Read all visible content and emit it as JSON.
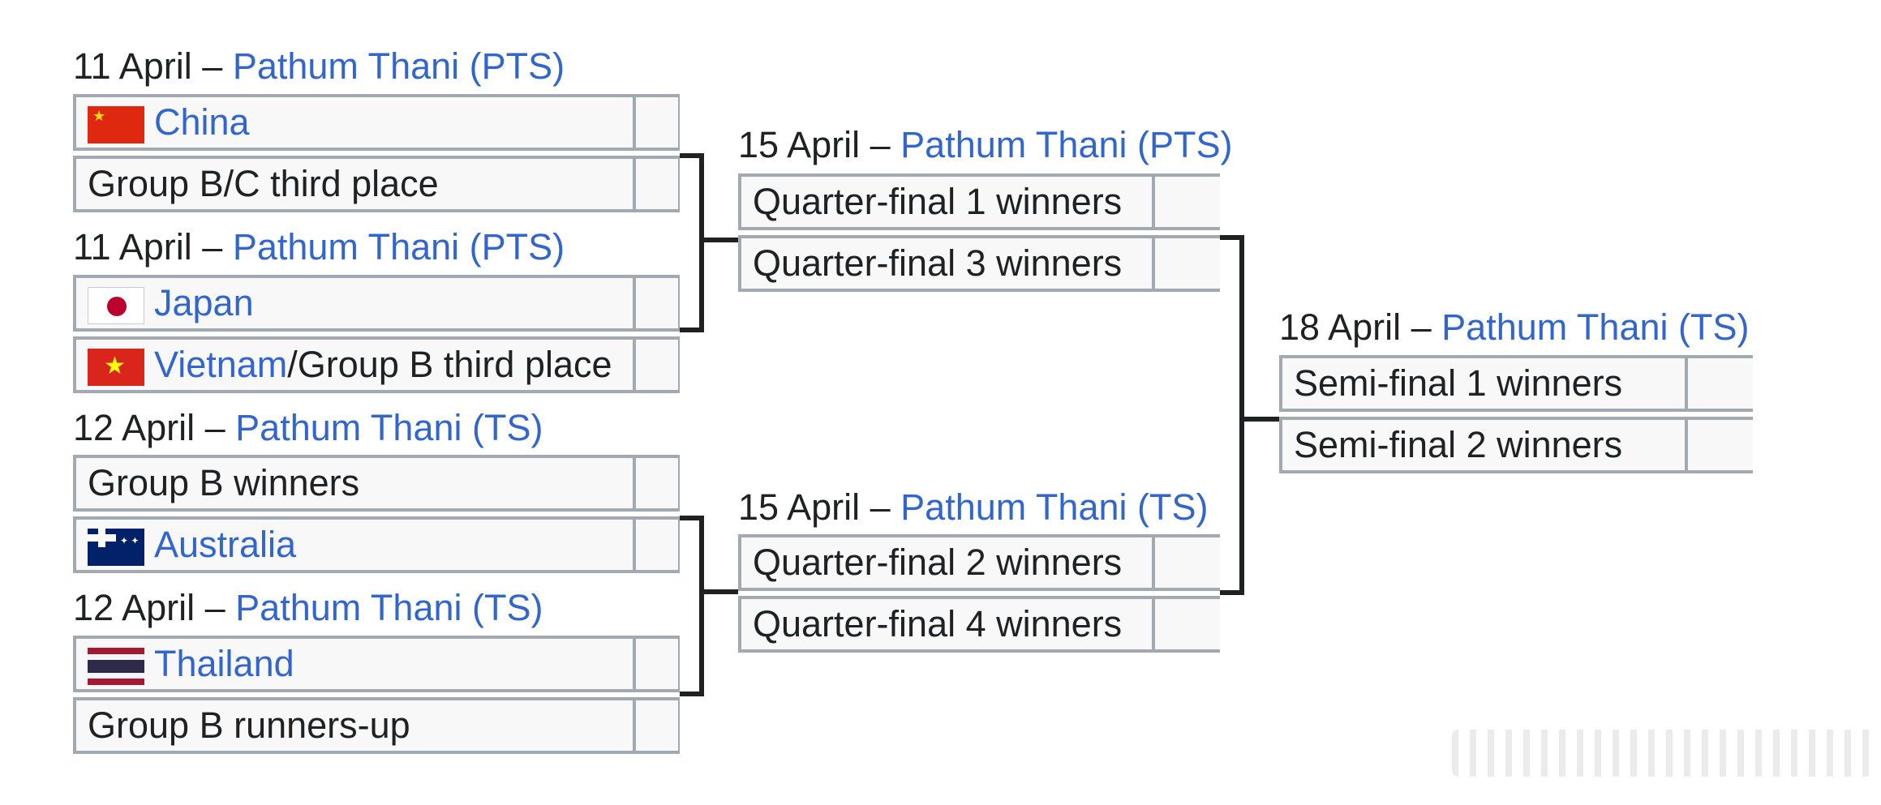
{
  "quarter_finals": [
    {
      "date": "11 April",
      "sep": " – ",
      "venue": "Pathum Thani (PTS)",
      "teams": [
        {
          "pre": "",
          "link": "China",
          "post": "",
          "flag": "china-flag-icon"
        },
        {
          "pre": "Group B/C third place",
          "link": "",
          "post": "",
          "flag": ""
        }
      ]
    },
    {
      "date": "11 April",
      "sep": " – ",
      "venue": "Pathum Thani (PTS)",
      "teams": [
        {
          "pre": "",
          "link": "Japan",
          "post": "",
          "flag": "japan-flag-icon"
        },
        {
          "pre": "",
          "link": "Vietnam",
          "post": "/Group B third place",
          "flag": "vietnam-flag-icon"
        }
      ]
    },
    {
      "date": "12 April",
      "sep": " – ",
      "venue": "Pathum Thani (TS)",
      "teams": [
        {
          "pre": "Group B winners",
          "link": "",
          "post": "",
          "flag": ""
        },
        {
          "pre": "",
          "link": "Australia",
          "post": "",
          "flag": "australia-flag-icon"
        }
      ]
    },
    {
      "date": "12 April",
      "sep": " – ",
      "venue": "Pathum Thani (TS)",
      "teams": [
        {
          "pre": "",
          "link": "Thailand",
          "post": "",
          "flag": "thailand-flag-icon"
        },
        {
          "pre": "Group B runners-up",
          "link": "",
          "post": "",
          "flag": ""
        }
      ]
    }
  ],
  "semi_finals": [
    {
      "date": "15 April",
      "sep": " – ",
      "venue": "Pathum Thani (PTS)",
      "teams": [
        "Quarter-final 1 winners",
        "Quarter-final 3 winners"
      ]
    },
    {
      "date": "15 April",
      "sep": " – ",
      "venue": "Pathum Thani (TS)",
      "teams": [
        "Quarter-final 2 winners",
        "Quarter-final 4 winners"
      ]
    }
  ],
  "final": {
    "date": "18 April",
    "sep": " – ",
    "venue": "Pathum Thani (TS)",
    "teams": [
      "Semi-final 1 winners",
      "Semi-final 2 winners"
    ]
  },
  "colors": {
    "link": "#3366cc",
    "text": "#202122",
    "cell_bg": "#f8f8f8",
    "border": "#a2a9b1"
  }
}
